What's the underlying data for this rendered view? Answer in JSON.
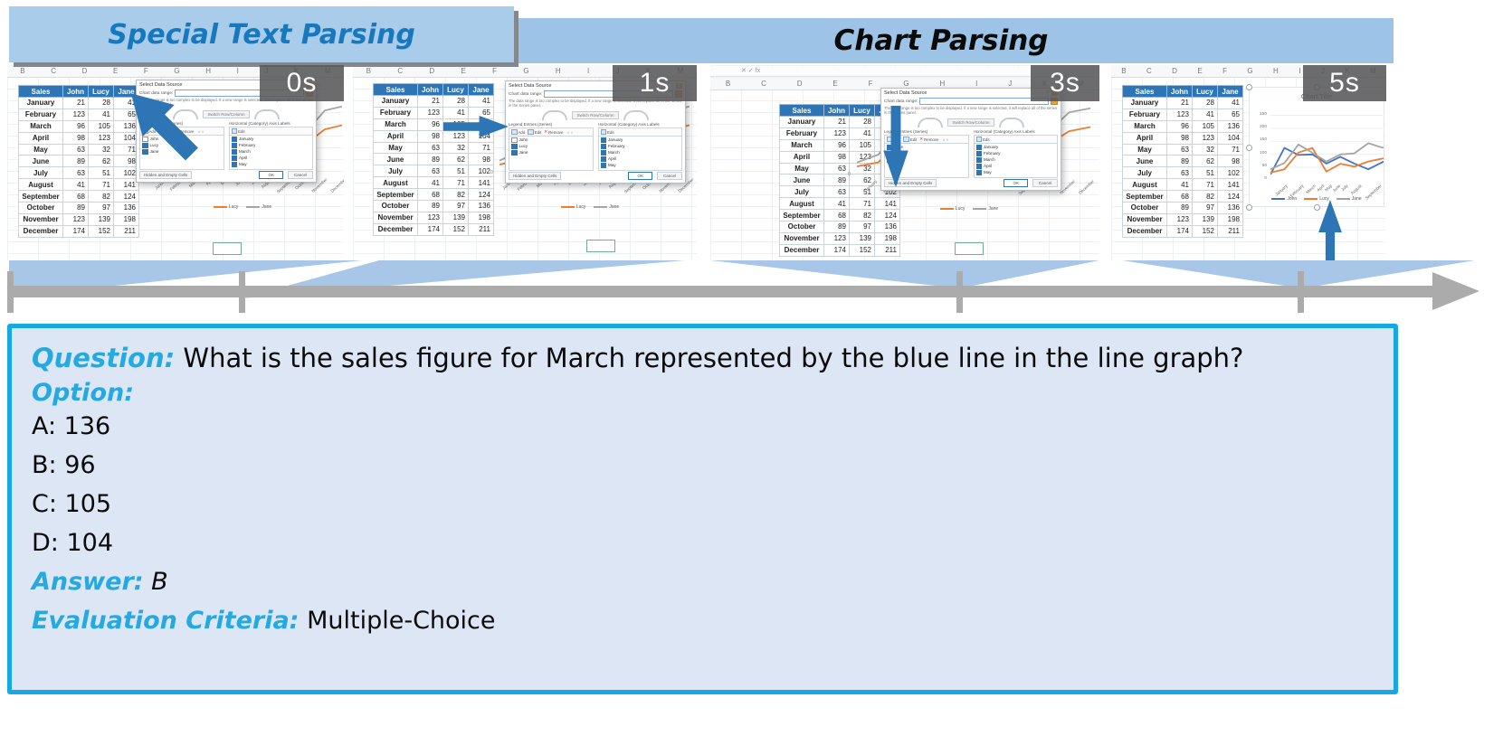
{
  "banners": {
    "special": "Special Text Parsing",
    "chart": "Chart Parsing"
  },
  "sheet": {
    "columns": [
      "B",
      "C",
      "D",
      "E",
      "F",
      "G",
      "H",
      "I",
      "J",
      "K",
      "M"
    ],
    "formula_bar": "✕  ✓  fx"
  },
  "spreadsheet_table": {
    "headers": [
      "Sales",
      "John",
      "Lucy",
      "Jane"
    ],
    "rows": [
      [
        "January",
        21,
        28,
        41
      ],
      [
        "February",
        123,
        41,
        65
      ],
      [
        "March",
        96,
        105,
        136
      ],
      [
        "April",
        98,
        123,
        104
      ],
      [
        "May",
        63,
        32,
        71
      ],
      [
        "June",
        89,
        62,
        98
      ],
      [
        "July",
        63,
        51,
        102
      ],
      [
        "August",
        41,
        71,
        141
      ],
      [
        "September",
        68,
        82,
        124
      ],
      [
        "October",
        89,
        97,
        136
      ],
      [
        "November",
        123,
        139,
        198
      ],
      [
        "December",
        174,
        152,
        211
      ]
    ]
  },
  "dialog": {
    "title": "Select Data Source",
    "help_glyph": "?",
    "close_glyph": "×",
    "range_label": "Chart data range:",
    "note": "The data range is too complex to be displayed. If a new range is selected, it will replace all of the series in the Series panel.",
    "switch_label": "Switch Row/Column",
    "legend_label": "Legend Entries (Series)",
    "axis_label": "Horizontal (Category) Axis Labels",
    "buttons": {
      "add": "Add",
      "edit": "Edit",
      "remove": "Remove",
      "hidden": "Hidden and Empty Cells",
      "ok": "OK",
      "cancel": "Cancel"
    },
    "remove_glyph": "✕",
    "updown_glyph": "∧ ∨",
    "axis_items": [
      {
        "name": "January",
        "checked": true
      },
      {
        "name": "February",
        "checked": true
      },
      {
        "name": "March",
        "checked": true
      },
      {
        "name": "April",
        "checked": true
      },
      {
        "name": "May",
        "checked": true
      }
    ]
  },
  "frames": [
    {
      "timestamp": "0s",
      "series_list": [
        {
          "name": "John",
          "checked": false
        },
        {
          "name": "Lucy",
          "checked": true
        },
        {
          "name": "Jane",
          "checked": true
        }
      ]
    },
    {
      "timestamp": "1s",
      "series_list": [
        {
          "name": "John",
          "checked": false
        },
        {
          "name": "Lucy",
          "checked": true
        },
        {
          "name": "Jane",
          "checked": true
        }
      ]
    },
    {
      "timestamp": "3s",
      "series_list": [
        {
          "name": "John",
          "checked": true
        },
        {
          "name": "Lucy",
          "checked": true
        },
        {
          "name": "Jane",
          "checked": true
        }
      ]
    },
    {
      "timestamp": "5s"
    }
  ],
  "fragment_chart": {
    "type": "line",
    "categories": [
      "January",
      "February",
      "March",
      "April",
      "May",
      "June",
      "July",
      "August",
      "September",
      "October",
      "November",
      "December"
    ],
    "ymax": 250,
    "zero_label": "0",
    "series": [
      {
        "name": "Lucy",
        "color": "#ED7D31",
        "values": [
          28,
          41,
          105,
          123,
          32,
          62,
          51,
          71,
          82,
          97,
          139,
          152
        ]
      },
      {
        "name": "Jane",
        "color": "#A5A5A5",
        "values": [
          41,
          65,
          136,
          104,
          71,
          98,
          102,
          141,
          124,
          136,
          198,
          211
        ]
      }
    ]
  },
  "chart_data": {
    "type": "line",
    "title": "Chart Title",
    "categories": [
      "January",
      "February",
      "March",
      "April",
      "May",
      "June",
      "July",
      "August",
      "September",
      "October",
      "November",
      "December"
    ],
    "xlabel": "",
    "ylabel": "",
    "ylim": [
      0,
      250
    ],
    "yticks": [
      250,
      200,
      150,
      100,
      50,
      0
    ],
    "grid": true,
    "legend_position": "bottom",
    "series": [
      {
        "name": "John",
        "color": "#4472C4",
        "values": [
          21,
          123,
          96,
          98,
          63,
          89,
          63,
          41,
          68,
          89,
          123,
          174
        ]
      },
      {
        "name": "Lucy",
        "color": "#ED7D31",
        "values": [
          28,
          41,
          105,
          123,
          32,
          62,
          51,
          71,
          82,
          97,
          139,
          152
        ]
      },
      {
        "name": "Jane",
        "color": "#A5A5A5",
        "values": [
          41,
          65,
          136,
          104,
          71,
          98,
          102,
          141,
          124,
          136,
          198,
          211
        ]
      }
    ]
  },
  "question_panel": {
    "question_label": "Question:",
    "question_text": "What is the sales figure for March represented by the blue line in the line graph?",
    "option_label": "Option:",
    "options": [
      "A: 136",
      "B: 96",
      "C: 105",
      "D: 104"
    ],
    "answer_label": "Answer:",
    "answer": "B",
    "criteria_label": "Evaluation Criteria:",
    "criteria": "Multiple-Choice"
  },
  "colors": {
    "banner_blue": "#9DC3E6",
    "special_title_blue": "#1878BE",
    "beam_blue": "#A8C6E7",
    "timeline_gray": "#ABABAB",
    "arrow_blue": "#2E75B6",
    "table_header_blue": "#2E75B6",
    "qa_border_cyan": "#16A8E4",
    "qa_fill": "#DCE6F5",
    "qa_label_cyan": "#24A9E1"
  }
}
